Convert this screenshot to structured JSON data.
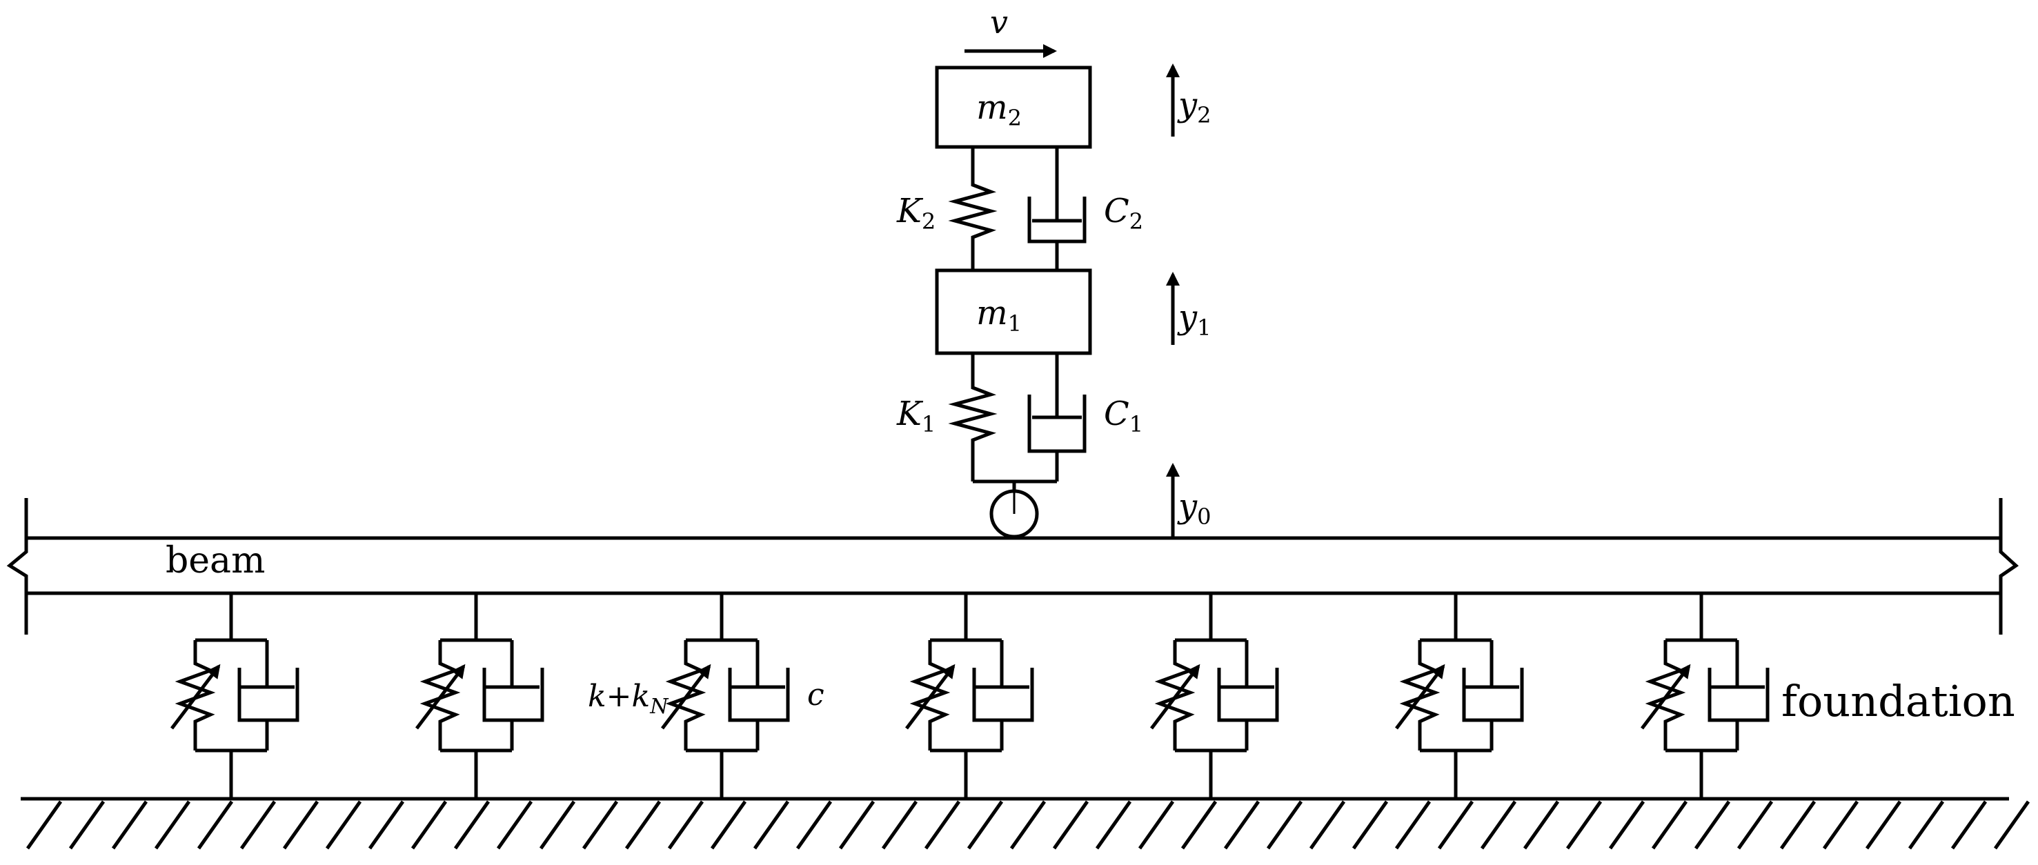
{
  "labels": {
    "velocity": "v",
    "mass_upper": {
      "base": "m",
      "sub": "2"
    },
    "mass_lower": {
      "base": "m",
      "sub": "1"
    },
    "spring_upper": {
      "base": "K",
      "sub": "2"
    },
    "spring_lower": {
      "base": "K",
      "sub": "1"
    },
    "damper_upper": {
      "base": "C",
      "sub": "2"
    },
    "damper_lower": {
      "base": "C",
      "sub": "1"
    },
    "disp_upper": {
      "base": "y",
      "sub": "2"
    },
    "disp_lower": {
      "base": "y",
      "sub": "1"
    },
    "disp_contact": {
      "base": "y",
      "sub": "0"
    },
    "beam": "beam",
    "foundation": "foundation",
    "foundation_stiffness": {
      "k": "k",
      "plus": "+",
      "kn": "k",
      "sub": "N"
    },
    "foundation_damping": "c"
  }
}
